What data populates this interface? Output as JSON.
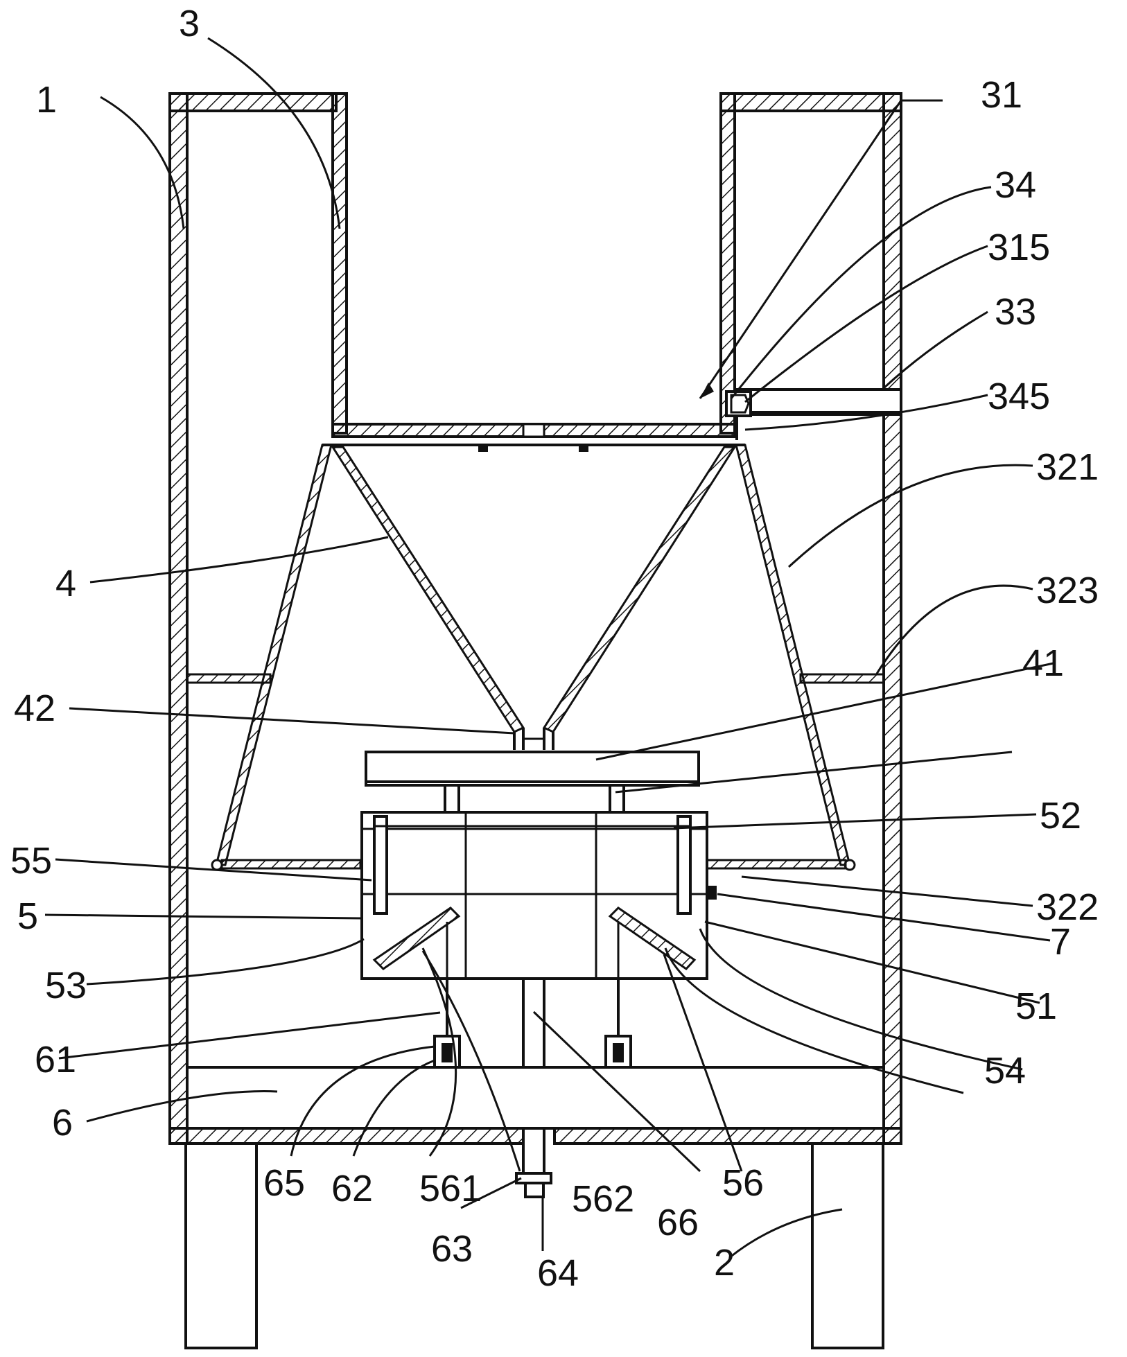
{
  "labels": {
    "l1": "1",
    "l2": "2",
    "l3": "3",
    "l4": "4",
    "l5": "5",
    "l6": "6",
    "l7": "7",
    "l31": "31",
    "l33": "33",
    "l34": "34",
    "l41": "41",
    "l42": "42",
    "l51": "51",
    "l52": "52",
    "l53": "53",
    "l54": "54",
    "l55": "55",
    "l56": "56",
    "l61": "61",
    "l62": "62",
    "l63": "63",
    "l64": "64",
    "l65": "65",
    "l66": "66",
    "l315": "315",
    "l321": "321",
    "l322": "322",
    "l323": "323",
    "l345": "345",
    "l561": "561",
    "l562": "562"
  },
  "colors": {
    "line": "#111111",
    "background": "#ffffff"
  }
}
